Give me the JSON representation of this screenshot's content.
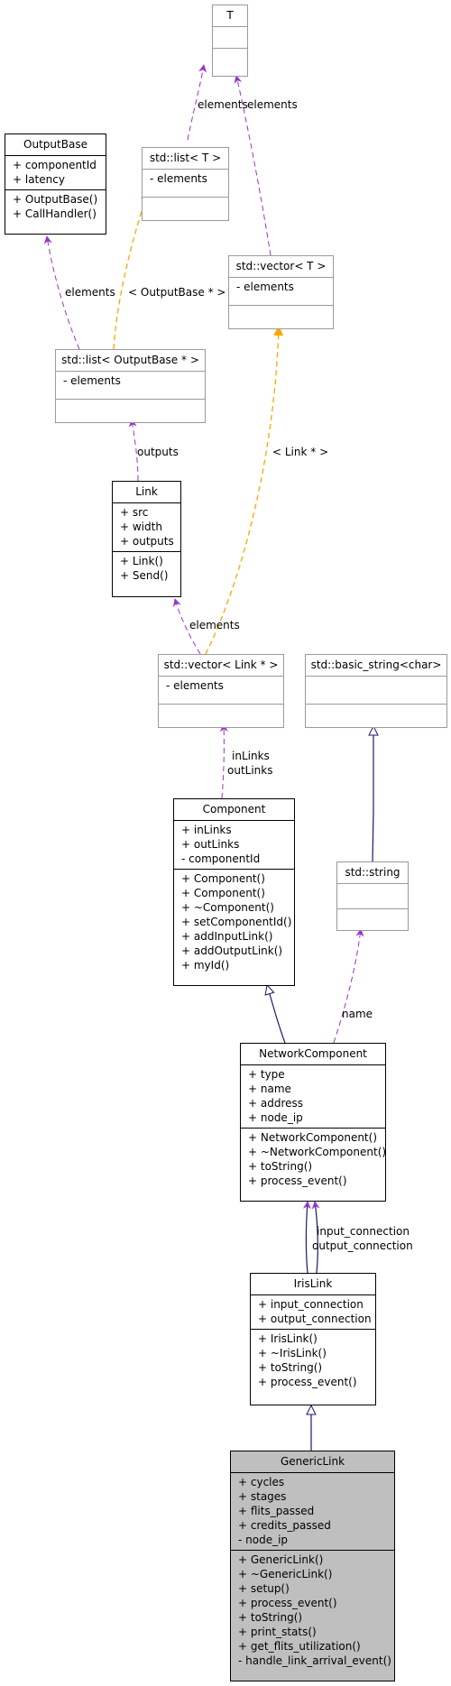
{
  "classes": {
    "t": {
      "name": "T",
      "attributes": [],
      "operations": []
    },
    "output_base": {
      "name": "OutputBase",
      "attributes": [
        "+ componentId",
        "+ latency"
      ],
      "operations": [
        "+ OutputBase()",
        "+ CallHandler()"
      ]
    },
    "std_list_t": {
      "name": "std::list< T >",
      "attributes": [
        "- elements"
      ],
      "operations": []
    },
    "std_vector_t": {
      "name": "std::vector< T >",
      "attributes": [
        "- elements"
      ],
      "operations": []
    },
    "std_list_output_base": {
      "name": "std::list< OutputBase * >",
      "attributes": [
        "- elements"
      ],
      "operations": []
    },
    "link": {
      "name": "Link",
      "attributes": [
        "+ src",
        "+ width",
        "+ outputs"
      ],
      "operations": [
        "+ Link()",
        "+ Send()"
      ]
    },
    "std_vector_link": {
      "name": "std::vector< Link * >",
      "attributes": [
        "- elements"
      ],
      "operations": []
    },
    "basic_string": {
      "name": "std::basic_string<char>",
      "attributes": [],
      "operations": []
    },
    "component": {
      "name": "Component",
      "attributes": [
        "+ inLinks",
        "+ outLinks",
        "- componentId"
      ],
      "operations": [
        "+ Component()",
        "+ Component()",
        "+ ~Component()",
        "+ setComponentId()",
        "+ addInputLink()",
        "+ addOutputLink()",
        "+ myId()"
      ]
    },
    "std_string": {
      "name": "std::string",
      "attributes": [],
      "operations": []
    },
    "network_component": {
      "name": "NetworkComponent",
      "attributes": [
        "+ type",
        "+ name",
        "+ address",
        "+ node_ip"
      ],
      "operations": [
        "+ NetworkComponent()",
        "+ ~NetworkComponent()",
        "+ toString()",
        "+ process_event()"
      ]
    },
    "iris_link": {
      "name": "IrisLink",
      "attributes": [
        "+ input_connection",
        "+ output_connection"
      ],
      "operations": [
        "+ IrisLink()",
        "+ ~IrisLink()",
        "+ toString()",
        "+ process_event()"
      ]
    },
    "generic_link": {
      "name": "GenericLink",
      "attributes": [
        "+ cycles",
        "+ stages",
        "+ flits_passed",
        "+ credits_passed",
        "- node_ip"
      ],
      "operations": [
        "+ GenericLink()",
        "+ ~GenericLink()",
        "+ setup()",
        "+ process_event()",
        "+ toString()",
        "+ print_stats()",
        "+ get_flits_utilization()",
        "- handle_link_arrival_event()"
      ]
    }
  },
  "edge_labels": {
    "elements_list_t": "elements",
    "elements_vector_t": "elements",
    "elements_output_base": "elements",
    "template_output_base": "< OutputBase * >",
    "outputs": "outputs",
    "template_link": "< Link * >",
    "elements_vector_link": "elements",
    "in_links": "inLinks",
    "out_links": "outLinks",
    "name": "name",
    "input_connection": "input_connection",
    "output_connection": "output_connection"
  },
  "colors": {
    "inheritance": "#191970",
    "usage": "#9a32cd",
    "template": "#ffa500",
    "class_border": "#000000",
    "external_border": "#9a9a9a",
    "focus_fill": "#bfbfbf"
  }
}
